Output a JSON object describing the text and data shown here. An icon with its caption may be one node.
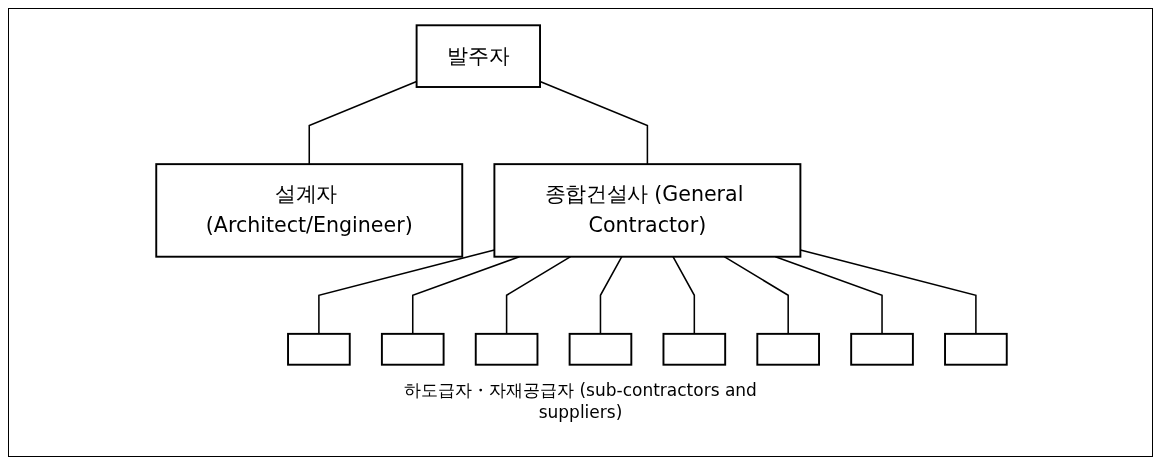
{
  "diagram": {
    "nodes": [
      {
        "text": [
          "발주자"
        ]
      },
      {
        "text": [
          "설계자 (Architect/Engineer)"
        ]
      },
      {
        "text": [
          "종합건설사 (General Contractor)"
        ]
      },
      {
        "text": [],
        "shape": "box"
      },
      {
        "text": [],
        "shape": "box"
      },
      {
        "text": [],
        "shape": "box"
      },
      {
        "text": [],
        "shape": "box"
      },
      {
        "text": [],
        "shape": "box"
      },
      {
        "text": [],
        "shape": "box"
      },
      {
        "text": [],
        "shape": "box"
      },
      {
        "text": [],
        "shape": "box"
      }
    ],
    "edges": [
      {
        "from": 0,
        "to": 1,
        "arrow": "none"
      },
      {
        "from": 0,
        "to": 2,
        "arrow": "none"
      },
      {
        "from": 2,
        "to": 3,
        "arrow": "none"
      },
      {
        "from": 2,
        "to": 4,
        "arrow": "none"
      },
      {
        "from": 2,
        "to": 5,
        "arrow": "none"
      },
      {
        "from": 2,
        "to": 6,
        "arrow": "none"
      },
      {
        "from": 2,
        "to": 7,
        "arrow": "none"
      },
      {
        "from": 2,
        "to": 8,
        "arrow": "none"
      },
      {
        "from": 2,
        "to": 9,
        "arrow": "none"
      },
      {
        "from": 2,
        "to": 10,
        "arrow": "none"
      }
    ],
    "labels": [
      "하도급자・자재공급자 (sub-contractors and suppliers)"
    ]
  }
}
